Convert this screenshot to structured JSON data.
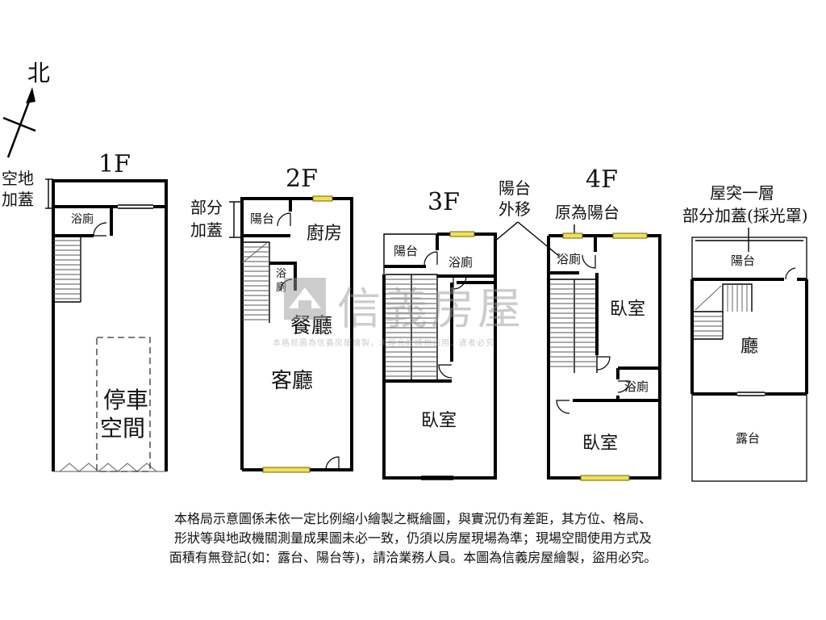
{
  "compass": {
    "north": "北"
  },
  "floors": {
    "f1": {
      "title": "1F",
      "rooms": {
        "bath": "浴廁",
        "parking_1": "停車",
        "parking_2": "空間"
      },
      "annotation": [
        "空地",
        "加蓋"
      ]
    },
    "f2": {
      "title": "2F",
      "rooms": {
        "balcony": "陽台",
        "kitchen": "廚房",
        "bath_1": "浴",
        "bath_2": "廁",
        "dining": "餐廳",
        "living": "客廳"
      },
      "annotation": [
        "部分",
        "加蓋"
      ]
    },
    "f3": {
      "title": "3F",
      "rooms": {
        "balcony": "陽台",
        "bath": "浴廁",
        "bedroom": "臥室"
      },
      "annotation": [
        "陽台",
        "外移"
      ]
    },
    "f4": {
      "title": "4F",
      "rooms": {
        "bath_1": "浴廁",
        "bedroom_1": "臥室",
        "bath_2": "浴廁",
        "bedroom_2": "臥室"
      },
      "annotation": "原為陽台"
    },
    "roof": {
      "title": [
        "屋突一層",
        "部分加蓋(採光罩)"
      ],
      "rooms": {
        "balcony": "陽台",
        "hall": "廳",
        "terrace": "露台"
      }
    }
  },
  "watermark": {
    "brand": "信義房屋",
    "notice": "本格局圖為信義房屋繪製，未經允許請勿盜用，違者必究"
  },
  "disclaimer": [
    "本格局示意圖係未依一定比例縮小繪製之概繪圖，與實況仍有差距，其方位、格局、",
    "形狀等與地政機關測量成果圖未必一致，仍須以房屋現場為準；現場空間使用方式及",
    "面積有無登記(如：露台、陽台等)，請洽業務人員。本圖為信義房屋繪製，盜用必究。"
  ],
  "colors": {
    "window": "#f2e05a",
    "wall": "#000000",
    "watermark": "#9a9a9a"
  }
}
